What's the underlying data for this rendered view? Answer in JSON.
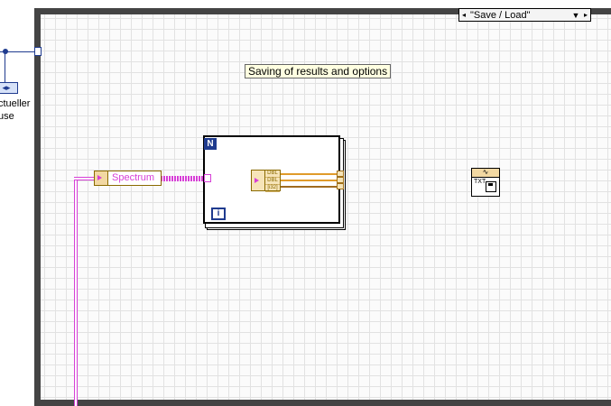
{
  "case_selector": {
    "value": "\"Save / Load\"",
    "left_arrow": "◂",
    "right_arrow": "▸",
    "dropdown_arrow": "▼"
  },
  "comment": "Saving of results and options",
  "left_partial": {
    "control_glyph": "◂▸",
    "label_lines": "ctueller\nuse"
  },
  "spectrum_variable": "Spectrum",
  "for_loop": {
    "count_terminal": "N",
    "iteration_terminal": "i"
  },
  "unbundle_outputs": [
    "DBL",
    "DBL",
    "[i32]"
  ],
  "file_node": {
    "top_glyph": "∿",
    "body_label": "TXT"
  },
  "colors": {
    "wire_array": "#d63fd6",
    "wire_numeric": "#e09b2b",
    "wire_blue": "#1f3b8f",
    "comment_bg": "#ffffe1"
  }
}
